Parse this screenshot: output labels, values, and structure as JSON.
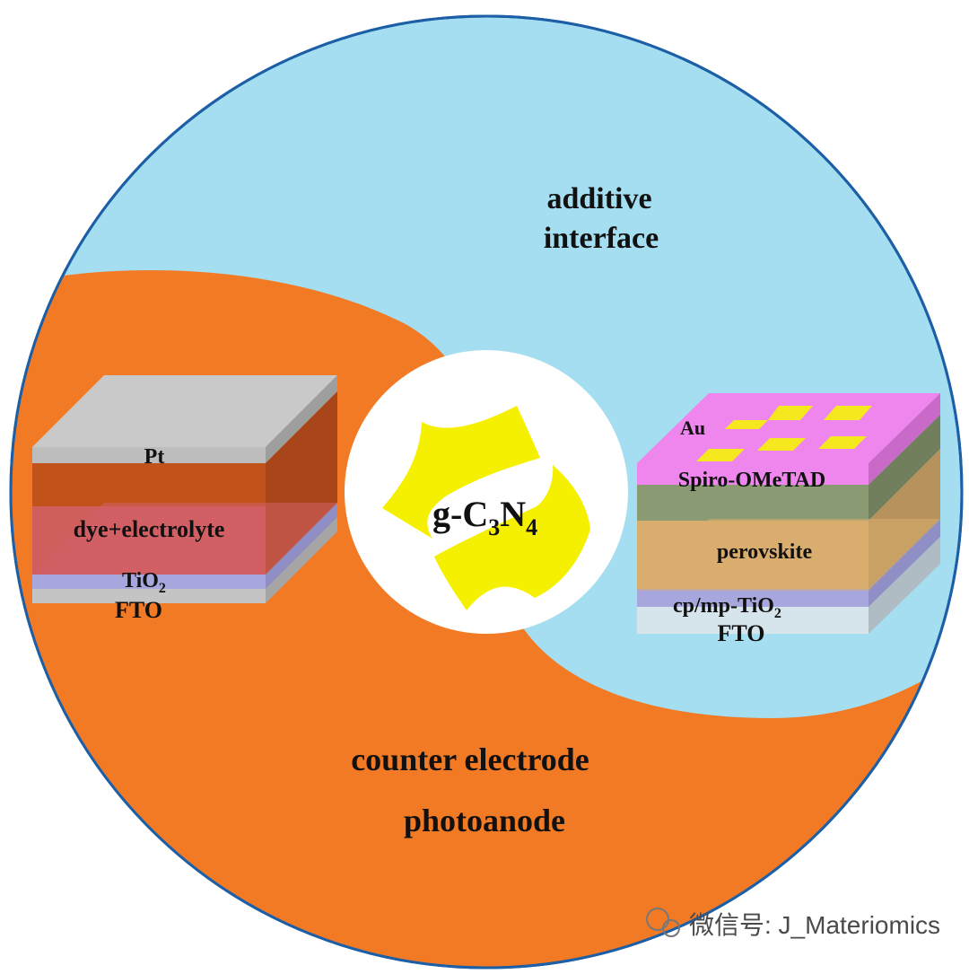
{
  "labels": {
    "additive": "additive",
    "interface": "interface",
    "counter_electrode": "counter electrode",
    "photoanode": "photoanode",
    "center": {
      "base": "g-C",
      "sub1": "3",
      "mid": "N",
      "sub2": "4"
    }
  },
  "dssc": {
    "pt": "Pt",
    "dye": "dye+electrolyte",
    "tio2": {
      "base": "TiO",
      "sub": "2"
    },
    "fto": "FTO"
  },
  "psc": {
    "au": "Au",
    "spiro": "Spiro-OMeTAD",
    "perovskite": "perovskite",
    "tio2": {
      "base": "cp/mp-TiO",
      "sub": "2"
    },
    "fto": "FTO"
  },
  "watermark": "微信号: J_Materiomics",
  "colors": {
    "blue_region": "#a4def0",
    "orange_region": "#f37a24",
    "gcn_sheet": "#f5f000",
    "pt_layer": "#c0c0c0",
    "dye_layer": "#c1521a",
    "dye_lower": "#d2606a",
    "tio2_layer": "#a7a7dd",
    "fto_layer": "#c4c4c4",
    "au_layer": "#ee86ee",
    "au_pads": "#f5e81e",
    "spiro_layer": "#8a9a72",
    "perovskite_layer": "#d9ad6e"
  }
}
